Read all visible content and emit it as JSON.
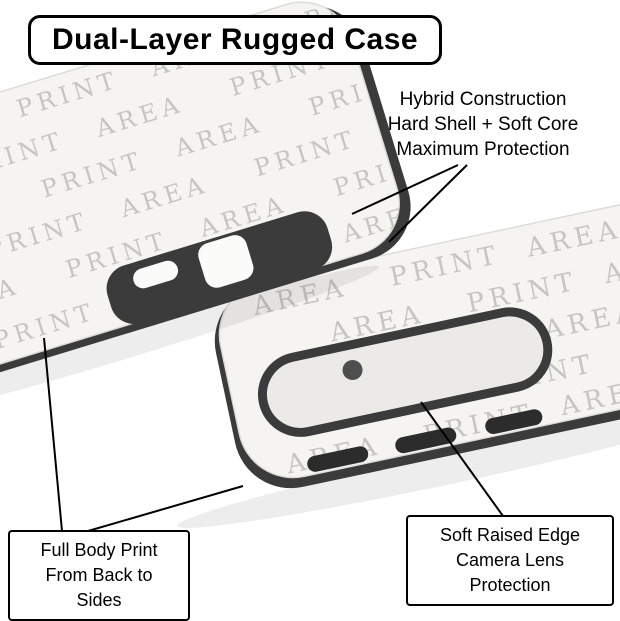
{
  "title": "Dual-Layer Rugged Case",
  "pattern": {
    "print": "PRINT",
    "area": "AREA"
  },
  "callouts": {
    "hybrid": {
      "line1": "Hybrid Construction",
      "line2": "Hard Shell + Soft Core",
      "line3": "Maximum Protection"
    },
    "full_body": {
      "line1": "Full Body Print",
      "line2": "From Back to",
      "line3": "Sides"
    },
    "camera": {
      "line1": "Soft Raised Edge",
      "line2": "Camera Lens",
      "line3": "Protection"
    }
  },
  "colors": {
    "case_body": "#f5f4f1",
    "case_rim": "#3b3b3b",
    "pattern_text": "#c6c5c2",
    "hole_fill": "#fbfbfa",
    "camera_inset": "#eceae7",
    "lens": "#4e4e4e",
    "button": "#2c2c2c",
    "callout_line": "#000000"
  }
}
